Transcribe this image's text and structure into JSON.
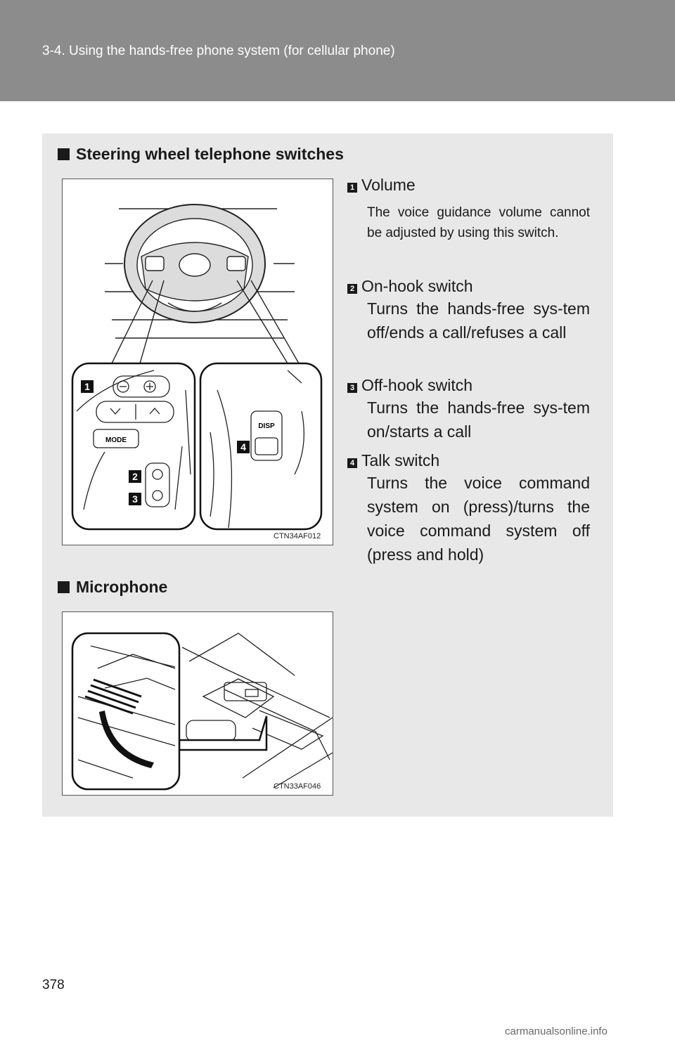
{
  "header": {
    "title": "3-4. Using the hands-free phone system (for cellular phone)"
  },
  "section1": {
    "heading": "Steering wheel telephone switches",
    "figure_code": "CTN34AF012",
    "callouts": [
      "1",
      "2",
      "3",
      "4"
    ],
    "labels": {
      "mode": "MODE",
      "disp": "DISP"
    },
    "items": [
      {
        "num": "1",
        "title": "Volume",
        "desc": "The voice guidance volume cannot be adjusted by using this switch."
      },
      {
        "num": "2",
        "title": "On-hook switch",
        "desc": "Turns the hands-free sys-tem off/ends a call/refuses a call"
      },
      {
        "num": "3",
        "title": "Off-hook switch",
        "desc": "Turns the hands-free sys-tem on/starts a call"
      },
      {
        "num": "4",
        "title": "Talk switch",
        "desc": "Turns the voice command system on (press)/turns the voice command system off (press and hold)"
      }
    ]
  },
  "section2": {
    "heading": "Microphone",
    "figure_code": "CTN33AF046"
  },
  "page_number": "378",
  "watermark": "carmanualsonline.info"
}
